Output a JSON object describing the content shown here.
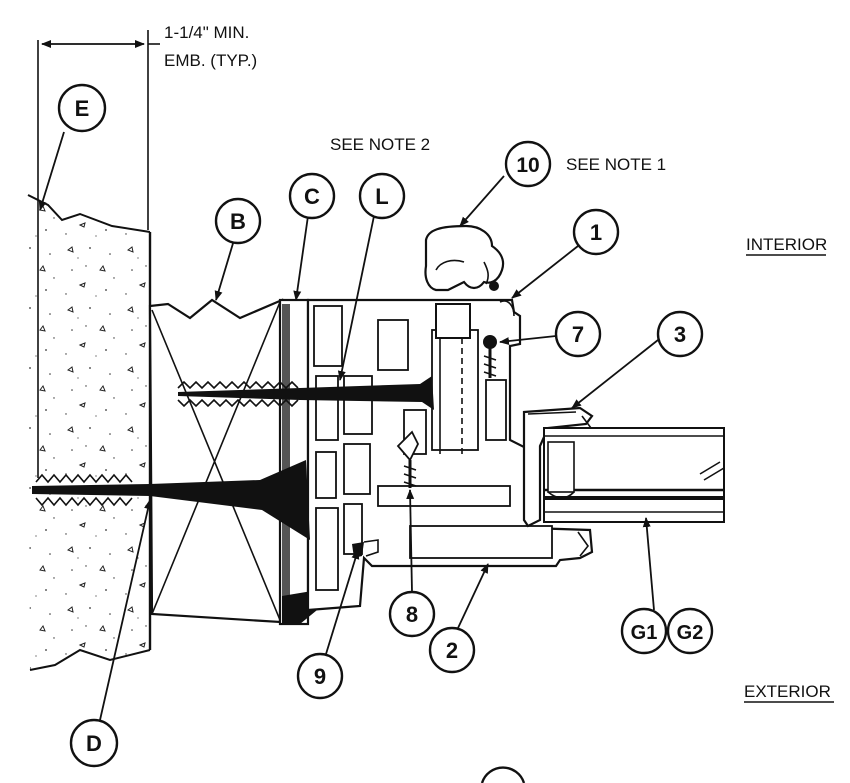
{
  "dimension": {
    "embed_line1": "1-1/4\" MIN.",
    "embed_line2": "EMB. (TYP.)"
  },
  "notes": {
    "see_note_2": "SEE NOTE 2",
    "see_note_1": "SEE NOTE 1"
  },
  "sides": {
    "interior": "INTERIOR",
    "exterior": "EXTERIOR"
  },
  "callouts": {
    "E": "E",
    "B": "B",
    "C": "C",
    "L": "L",
    "ten": "10",
    "one": "1",
    "seven": "7",
    "three": "3",
    "eight": "8",
    "nine": "9",
    "two": "2",
    "G1": "G1",
    "G2": "G2",
    "D": "D"
  }
}
